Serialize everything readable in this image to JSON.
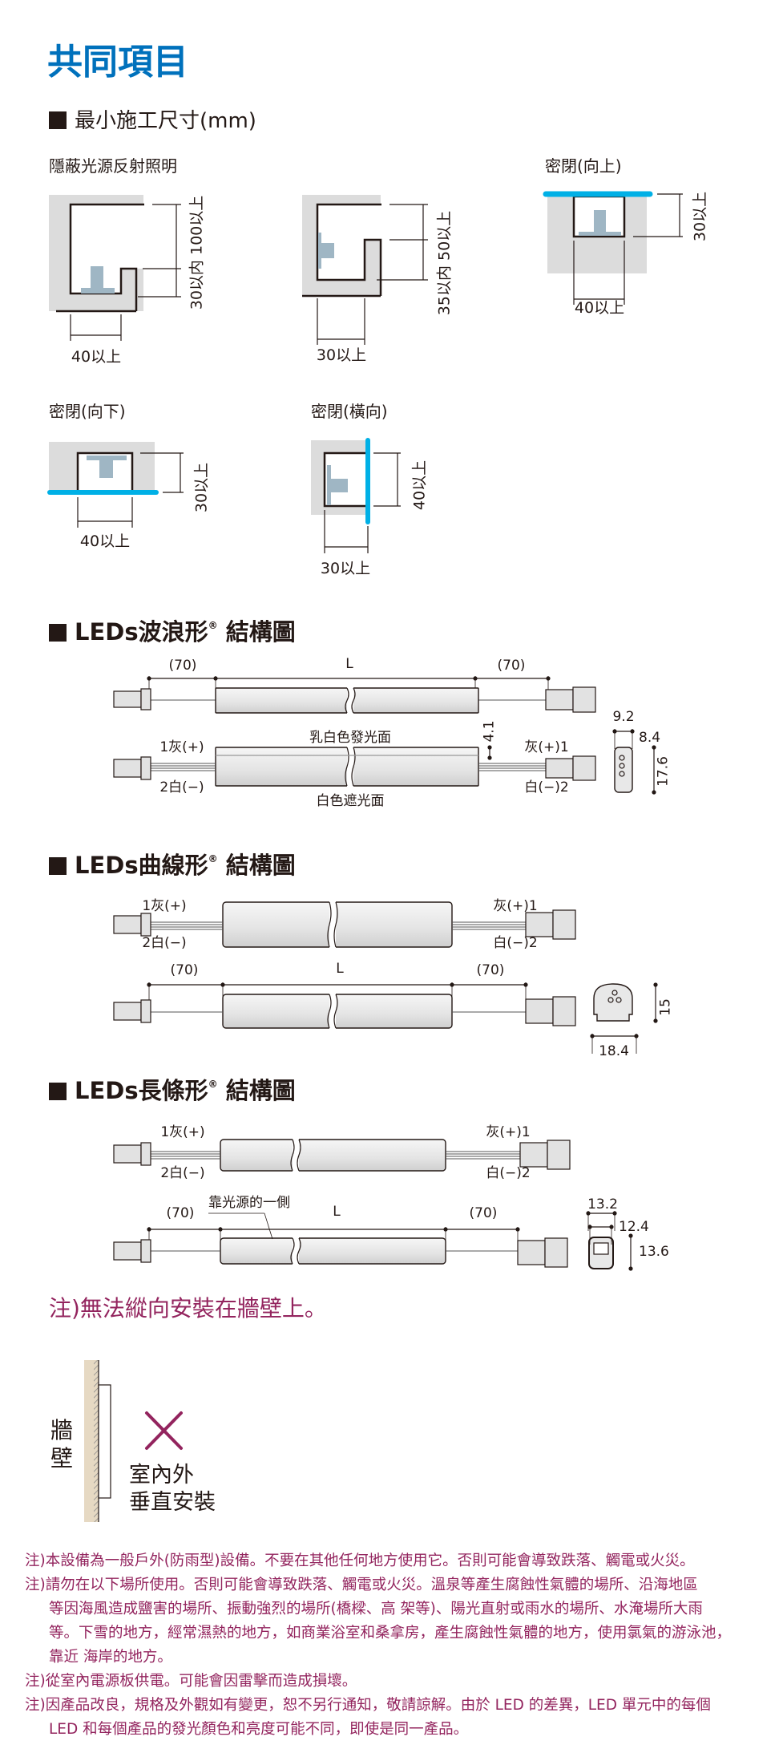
{
  "title": "共同項目",
  "min_dims": {
    "heading": "最小施工尺寸(mm)",
    "group1_label": "隱蔽光源反射照明",
    "group2_label": "密閉(向上)",
    "group3_label": "密閉(向下)",
    "group4_label": "密閉(橫向)",
    "d1_vertical": "30以内 100以上",
    "d1_horizontal": "40以上",
    "d2_vertical": "35以内 50以上",
    "d2_horizontal": "30以上",
    "d3_vertical": "30以上",
    "d3_horizontal": "40以上",
    "d4_vertical": "30以上",
    "d4_horizontal": "40以上",
    "d5_vertical": "40以上",
    "d5_horizontal": "30以上"
  },
  "wave": {
    "heading": "LEDs波浪形",
    "reg": "®",
    "heading_suffix": "結構圖",
    "lead_left": "(70)",
    "length": "L",
    "lead_right": "(70)",
    "emit_face": "乳白色發光面",
    "shade_face": "白色遮光面",
    "left_plus": "1灰(+)",
    "left_minus": "2白(−)",
    "right_plus": "灰(+)1",
    "right_minus": "白(−)2",
    "dim_4_1": "4.1",
    "dim_9_2": "9.2",
    "dim_8_4": "8.4",
    "dim_17_6": "17.6"
  },
  "curve": {
    "heading": "LEDs曲線形",
    "reg": "®",
    "heading_suffix": "結構圖",
    "left_plus": "1灰(+)",
    "left_minus": "2白(−)",
    "right_plus": "灰(+)1",
    "right_minus": "白(−)2",
    "lead_left": "(70)",
    "length": "L",
    "lead_right": "(70)",
    "dim_15": "15",
    "dim_18_4": "18.4"
  },
  "long": {
    "heading": "LEDs長條形",
    "reg": "®",
    "heading_suffix": "結構圖",
    "left_plus": "1灰(+)",
    "left_minus": "2白(−)",
    "right_plus": "灰(+)1",
    "right_minus": "白(−)2",
    "light_side": "靠光源的一側",
    "lead_left": "(70)",
    "length": "L",
    "lead_right": "(70)",
    "dim_13_2": "13.2",
    "dim_12_4": "12.4",
    "dim_13_6": "13.6"
  },
  "wall_note": {
    "text": "注)無法縱向安裝在牆壁上。",
    "wall_label": "牆壁",
    "caption_line1": "室內外",
    "caption_line2": "垂直安裝"
  },
  "notes": [
    "注)本設備為一般戶外(防雨型)設備。不要在其他任何地方使用它。否則可能會導致跌落、觸電或火災。",
    "注)請勿在以下場所使用。否則可能會導致跌落、觸電或火災。溫泉等產生腐蝕性氣體的場所、沿海地區",
    "等因海風造成鹽害的場所、振動強烈的場所(橋樑、高 架等)、陽光直射或雨水的場所、水淹場所大雨",
    "等。下雪的地方，經常濕熱的地方，如商業浴室和桑拿房，產生腐蝕性氣體的地方，使用氯氣的游泳池，",
    "靠近 海岸的地方。",
    "注)從室內電源板供電。可能會因雷擊而造成損壞。",
    "注)因產品改良，規格及外觀如有變更，恕不另行通知，敬請諒解。由於 LED 的差異，LED 單元中的每個",
    "LED 和每個產品的發光顏色和亮度可能不同，即使是同一產品。"
  ],
  "colors": {
    "heading_blue": "#0071bc",
    "note_pink": "#93245e",
    "seal_cyan": "#00b0e6",
    "fixture": "#9fb6c4",
    "ceiling_gray": "#dcdcdc"
  }
}
